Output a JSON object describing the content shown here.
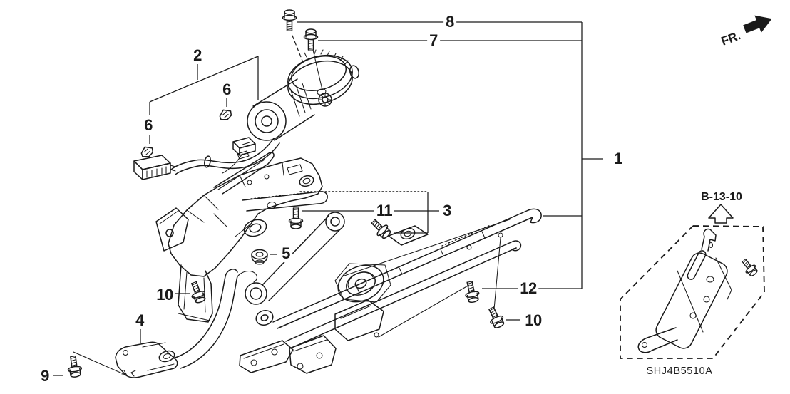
{
  "diagram": {
    "drawing_code": "SHJ4B5510A",
    "reference_code": "B-13-10",
    "orientation_label": "FR.",
    "colors": {
      "line": "#1a1a1a",
      "background": "#ffffff"
    }
  },
  "callouts": [
    {
      "label": "8"
    },
    {
      "label": "7"
    },
    {
      "label": "2"
    },
    {
      "label": "6"
    },
    {
      "label": "6"
    },
    {
      "label": "1"
    },
    {
      "label": "11"
    },
    {
      "label": "3"
    },
    {
      "label": "5"
    },
    {
      "label": "10"
    },
    {
      "label": "12"
    },
    {
      "label": "4"
    },
    {
      "label": "10"
    },
    {
      "label": "9"
    }
  ]
}
